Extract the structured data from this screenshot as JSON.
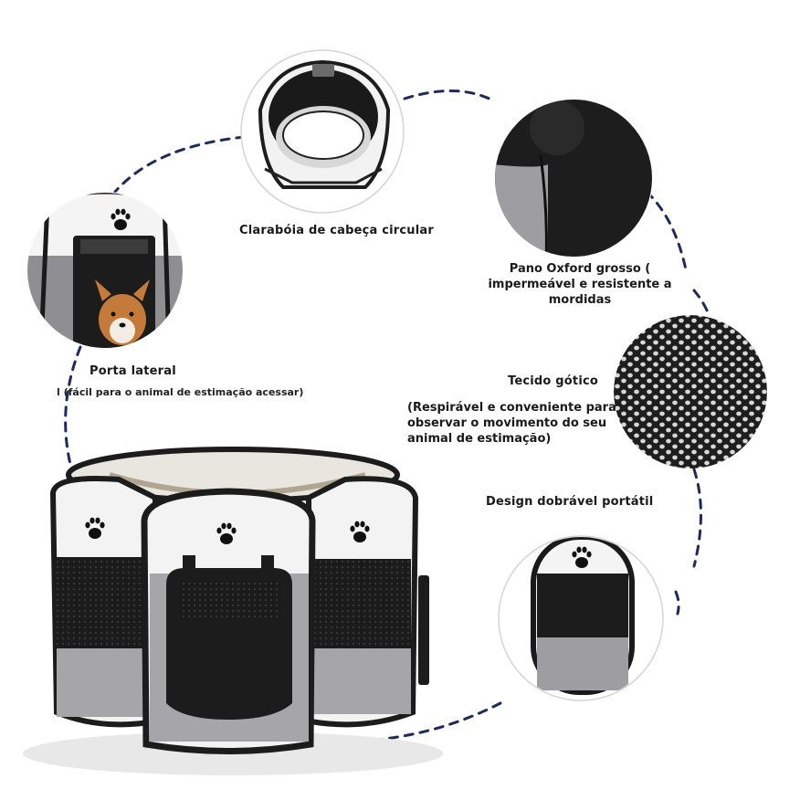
{
  "features": {
    "skylight": {
      "label": "Clarabóia de cabeça circular"
    },
    "oxford": {
      "line1": "Pano Oxford grosso (",
      "line2": "impermeável e resistente a",
      "line3": "mordidas"
    },
    "side_door": {
      "label": "Porta lateral",
      "detail": "l (fácil para o animal de estimação acessar)"
    },
    "mesh": {
      "label": "Tecido gótico",
      "line1": "(Respirável e conveniente para",
      "line2": "observar o movimento do seu",
      "line3": "animal de estimação)"
    },
    "foldable": {
      "label": "Design dobrável portátil"
    }
  },
  "colors": {
    "dash": "#1f2a5c",
    "frame": "#1c1c1c",
    "gray_panel": "#a6a6aa",
    "white_panel": "#f4f4f4",
    "mesh": "#2a2a2a"
  },
  "icons": [
    "paw-icon",
    "dog-image",
    "mesh-swatch"
  ]
}
